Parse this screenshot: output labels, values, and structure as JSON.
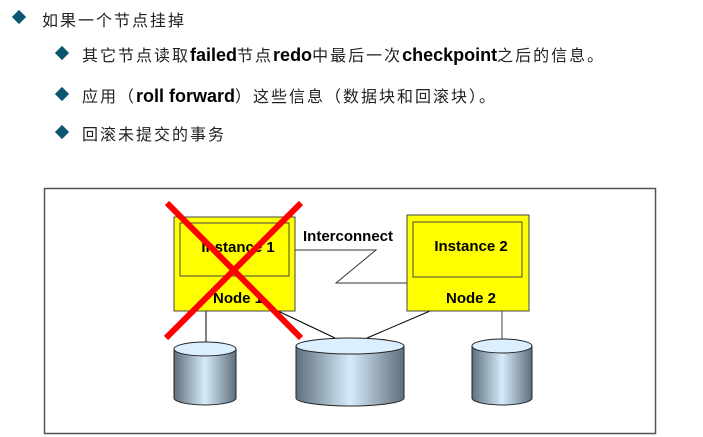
{
  "bullets": [
    {
      "level": 1,
      "text": "如果一个节点挂掉"
    },
    {
      "level": 2,
      "parts": [
        "其它节点读取",
        "failed",
        "节点",
        "redo",
        "中最后一次",
        "checkpoint",
        "之后的信息。"
      ]
    },
    {
      "level": 2,
      "parts": [
        "应用（",
        "roll forward",
        "）这些信息（数据块和回滚块）。"
      ]
    },
    {
      "level": 2,
      "text": "回滚未提交的事务"
    }
  ],
  "diagram": {
    "node1": {
      "instance_label": "Instance 1",
      "node_label": "Node 1",
      "failed": true
    },
    "node2": {
      "instance_label": "Instance 2",
      "node_label": "Node 2",
      "failed": false
    },
    "interconnect_label": "Interconnect",
    "colors": {
      "node_fill": "#ffff00",
      "cross": "#ff0000",
      "bullet": "#0b5570"
    }
  }
}
